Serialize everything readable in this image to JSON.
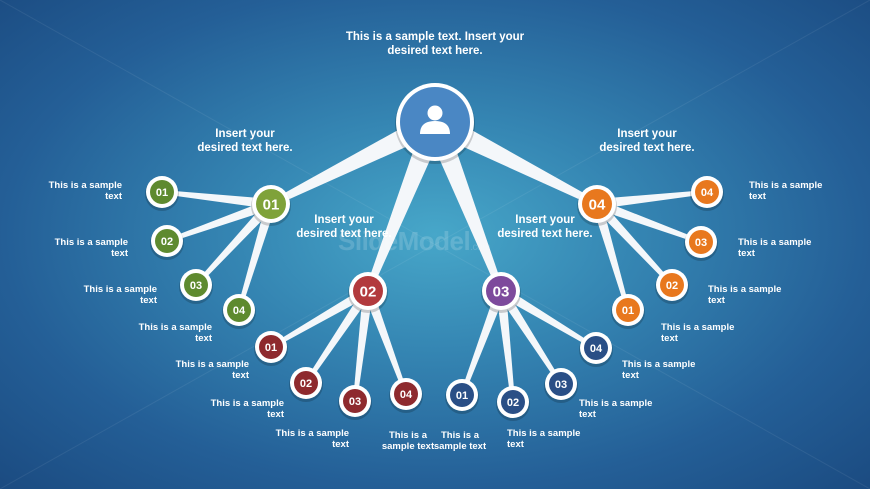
{
  "colors": {
    "background": "#2f7fb0",
    "hub": "#4a87c4",
    "green": "#7fa23a",
    "red": "#b23a3d",
    "purple": "#7d4a9c",
    "orange": "#e8781e",
    "dark_green": "#5e8a2f",
    "dark_red": "#8e2a2e",
    "navy": "#2a4f86"
  },
  "hub": {
    "icon": "user-icon",
    "caption": "This is a sample text. Insert your\ndesired text here."
  },
  "branches": [
    {
      "number": "01",
      "color": "green",
      "caption": "Insert your\ndesired text here.",
      "leaves": [
        {
          "number": "01",
          "text": "This is a sample\ntext"
        },
        {
          "number": "02",
          "text": "This is a sample\ntext"
        },
        {
          "number": "03",
          "text": "This is a sample\ntext"
        },
        {
          "number": "04",
          "text": "This is a sample\ntext"
        }
      ]
    },
    {
      "number": "02",
      "color": "red",
      "caption": "Insert your\ndesired text here.",
      "leaves": [
        {
          "number": "01",
          "text": "This is a sample\ntext"
        },
        {
          "number": "02",
          "text": "This is a sample\ntext"
        },
        {
          "number": "03",
          "text": "This is a sample\ntext"
        },
        {
          "number": "04",
          "text": "This is a\nsample text"
        }
      ]
    },
    {
      "number": "03",
      "color": "purple",
      "caption": "Insert your\ndesired text here.",
      "leaves": [
        {
          "number": "01",
          "text": "This is a\nsample text"
        },
        {
          "number": "02",
          "text": "This is a sample\ntext"
        },
        {
          "number": "03",
          "text": "This is a sample\ntext"
        },
        {
          "number": "04",
          "text": "This is a sample\ntext"
        }
      ]
    },
    {
      "number": "04",
      "color": "orange",
      "caption": "Insert your\ndesired text here.",
      "leaves": [
        {
          "number": "01",
          "text": "This is a sample\ntext"
        },
        {
          "number": "02",
          "text": "This is a sample\ntext"
        },
        {
          "number": "03",
          "text": "This is a sample\ntext"
        },
        {
          "number": "04",
          "text": "This is a sample\ntext"
        }
      ]
    }
  ],
  "watermark": {
    "brand": "SlideModel",
    "suffix": ".com"
  }
}
